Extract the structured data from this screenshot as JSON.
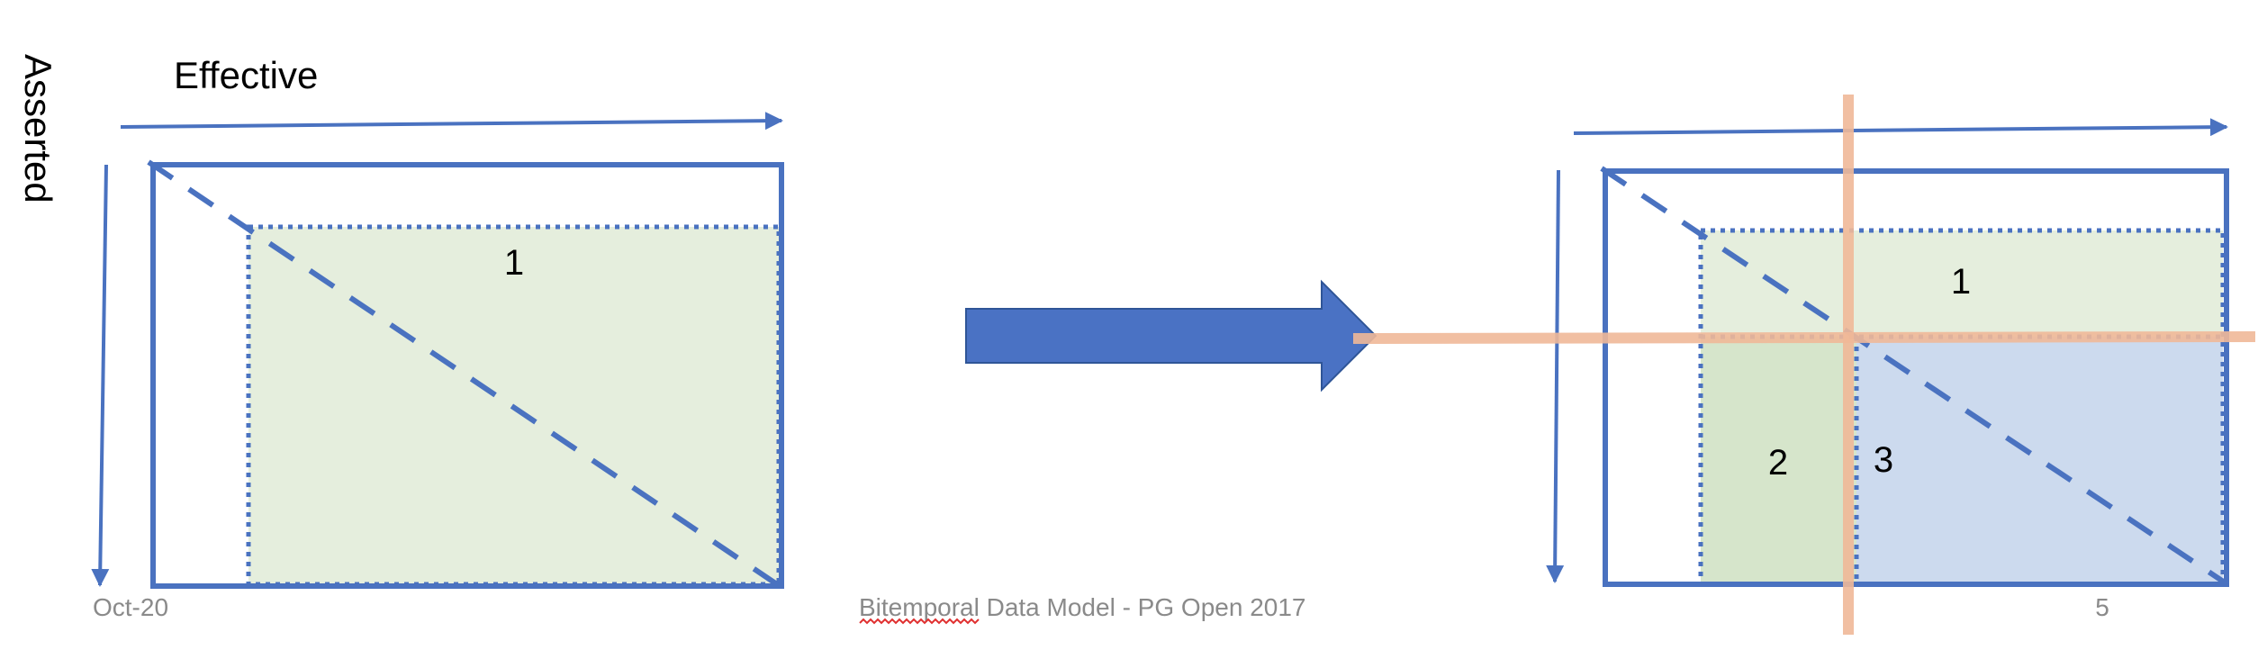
{
  "slide": {
    "axis_label_horizontal": "Effective",
    "axis_label_vertical": "Asserted"
  },
  "before": {
    "region_1_label": "1"
  },
  "after": {
    "region_1_label": "1",
    "region_2_label": "2",
    "region_3_label": "3"
  },
  "footer": {
    "date": "Oct-20",
    "title": "Bitemporal Data Model - PG Open 2017",
    "page_number": "5"
  },
  "colors": {
    "frame_blue": "#4A72C0",
    "arrow_fill": "#4A72C4",
    "arrow_stroke": "#2F5597",
    "region_green_light": "#E5EEDD",
    "region_green_dark": "#D6E5CB",
    "region_blue": "#CCDAEE",
    "split_line_orange": "#F0B898",
    "spellcheck_red": "#E03030",
    "footer_grey": "#8A8A8A"
  }
}
